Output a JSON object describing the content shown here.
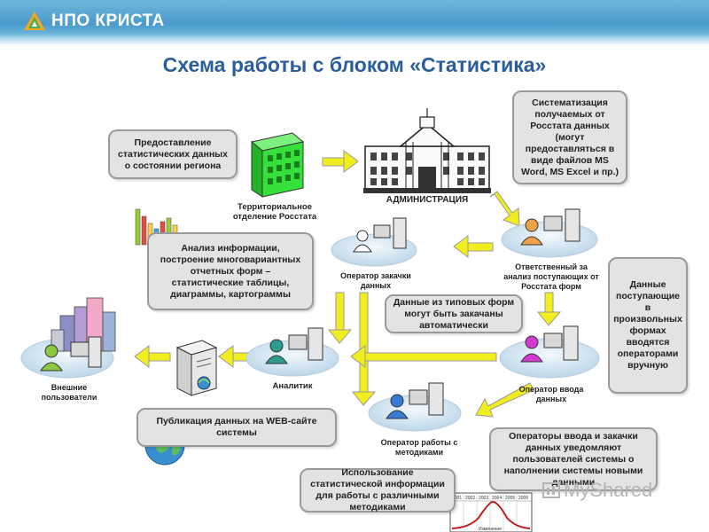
{
  "header": {
    "logo_text": "НПО КРИСТА"
  },
  "title": "Схема работы с блоком «Статистика»",
  "bubbles": {
    "provision": "Предоставление статистических данных о состоянии региона",
    "systematization": "Систематизация получаемых от Росстата данных (могут предоставляться в виде файлов MS Word, MS Excel и пр.)",
    "analysis": "Анализ информации, построение многовариантных отчетных форм – статистические таблицы, диаграммы, картограммы",
    "typical_forms": "Данные из типовых форм могут быть закачаны автоматически",
    "manual_input": "Данные поступающие в произвольных формах вводятся операторами вручную",
    "web_publication": "Публикация данных на WEB-сайте системы",
    "notify": "Операторы ввода и закачки данных уведомляют пользователей системы о наполнении системы новыми данными",
    "methods": "Использование статистической информации для работы с различными методиками"
  },
  "labels": {
    "territorial": "Территориальное отделение Росстата",
    "administration": "АДМИНИСТРАЦИЯ",
    "operator_upload": "Оператор закачки данных",
    "responsible": "Ответственный за анализ поступающих от Росстата форм",
    "analyst": "Аналитик",
    "operator_input": "Оператор ввода данных",
    "external_users": "Внешние пользователи",
    "operator_methods": "Оператор работы с методиками"
  },
  "mini_chart": {
    "years": [
      "2001",
      "2002",
      "2003",
      "2004",
      "2005",
      "2006"
    ],
    "caption": "Изменение"
  },
  "watermark": "MyShared",
  "colors": {
    "title": "#2a5e9c",
    "arrow": "#f2ee1e",
    "bubble_bg": "#e3e3e3",
    "building_green": "#35e03a",
    "banner": "#4a9bcc"
  }
}
